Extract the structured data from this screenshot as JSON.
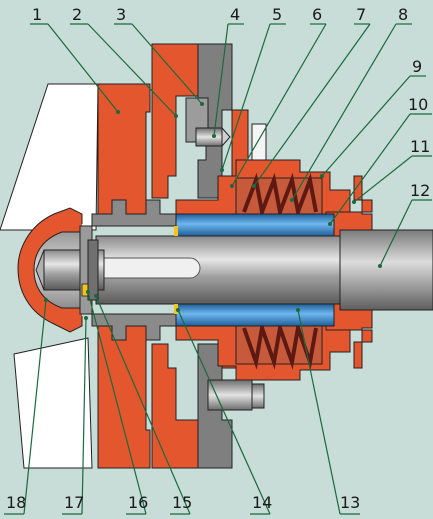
{
  "colors": {
    "background": "#c8dcd8",
    "housing": "#e4572e",
    "steel": "#7f7f7f",
    "steel_dark": "#555555",
    "shaft_light": "#d9d9d9",
    "bushing": "#3d8fd1",
    "spring": "#b03a2e",
    "leader": "#1b6a3e"
  },
  "labels": [
    {
      "id": "1",
      "text": "1"
    },
    {
      "id": "2",
      "text": "2"
    },
    {
      "id": "3",
      "text": "3"
    },
    {
      "id": "4",
      "text": "4"
    },
    {
      "id": "5",
      "text": "5"
    },
    {
      "id": "6",
      "text": "6"
    },
    {
      "id": "7",
      "text": "7"
    },
    {
      "id": "8",
      "text": "8"
    },
    {
      "id": "9",
      "text": "9"
    },
    {
      "id": "10",
      "text": "10"
    },
    {
      "id": "11",
      "text": "11"
    },
    {
      "id": "12",
      "text": "12"
    },
    {
      "id": "13",
      "text": "13"
    },
    {
      "id": "14",
      "text": "14"
    },
    {
      "id": "15",
      "text": "15"
    },
    {
      "id": "16",
      "text": "16"
    },
    {
      "id": "17",
      "text": "17"
    },
    {
      "id": "18",
      "text": "18"
    }
  ]
}
